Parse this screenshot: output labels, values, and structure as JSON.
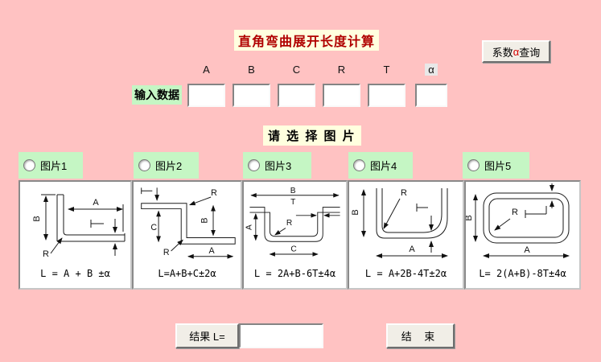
{
  "title": "直角弯曲展开长度计算",
  "query_button": {
    "prefix": "系数",
    "alpha": "α",
    "suffix": "查询"
  },
  "input_section": {
    "label": "输入数据",
    "fields": [
      {
        "label": "A",
        "value": ""
      },
      {
        "label": "B",
        "value": ""
      },
      {
        "label": "C",
        "value": ""
      },
      {
        "label": "R",
        "value": ""
      },
      {
        "label": "T",
        "value": ""
      },
      {
        "label": "α",
        "value": ""
      }
    ]
  },
  "select_prompt": "请 选 择 图 片",
  "pictures": [
    {
      "radio_label": "图片1",
      "selected": false,
      "formula": "L = A + B ±α",
      "dim_labels": [
        "A",
        "B",
        "R"
      ]
    },
    {
      "radio_label": "图片2",
      "selected": false,
      "formula": "L=A+B+C±2α",
      "dim_labels": [
        "R",
        "C",
        "B",
        "R",
        "A"
      ]
    },
    {
      "radio_label": "图片3",
      "selected": false,
      "formula": "L = 2A+B-6T±4α",
      "dim_labels": [
        "B",
        "T",
        "A",
        "R",
        "C"
      ]
    },
    {
      "radio_label": "图片4",
      "selected": false,
      "formula": "L = A+2B-4T±2α",
      "dim_labels": [
        "R",
        "B",
        "A"
      ]
    },
    {
      "radio_label": "图片5",
      "selected": false,
      "formula": "L= 2(A+B)-8T±4α",
      "dim_labels": [
        "B",
        "R",
        "A"
      ]
    }
  ],
  "result": {
    "label": "结果 L=",
    "value": ""
  },
  "end_button": "结 束",
  "colors": {
    "background": "#ffc2c2",
    "panel_green": "#c5f6c4",
    "label_yellow": "#ffffdf",
    "title_red": "#b00000",
    "alpha_red": "#d40000",
    "button_face": "#f1eee7"
  }
}
